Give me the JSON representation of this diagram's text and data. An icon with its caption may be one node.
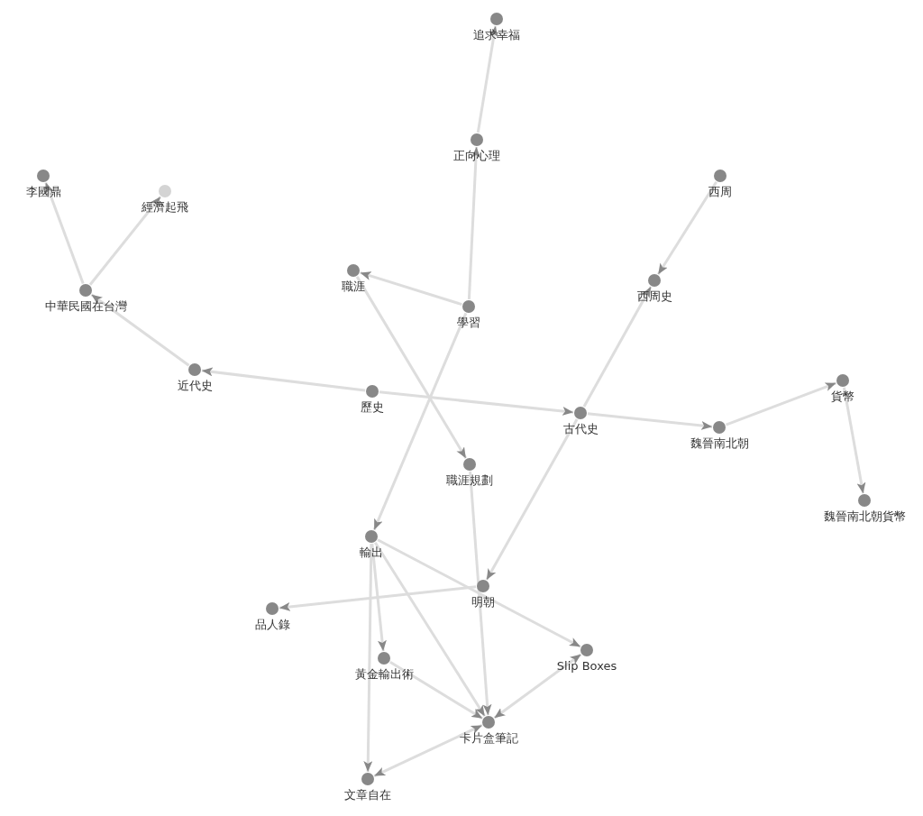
{
  "diagram": {
    "nodes": [
      {
        "text": [
          "追求幸福"
        ]
      },
      {
        "text": [
          "正向心理"
        ]
      },
      {
        "text": [
          "李國鼎"
        ]
      },
      {
        "text": [
          "經濟起飛"
        ]
      },
      {
        "text": [
          "西周"
        ]
      },
      {
        "text": [
          "職涯"
        ]
      },
      {
        "text": [
          "中華民國在台灣"
        ]
      },
      {
        "text": [
          "西周史"
        ]
      },
      {
        "text": [
          "學習"
        ]
      },
      {
        "text": [
          "近代史"
        ]
      },
      {
        "text": [
          "貨幣"
        ]
      },
      {
        "text": [
          "歷史"
        ]
      },
      {
        "text": [
          "古代史"
        ]
      },
      {
        "text": [
          "魏晉南北朝"
        ]
      },
      {
        "text": [
          "職涯規劃"
        ]
      },
      {
        "text": [
          "魏晉南北朝貨幣"
        ]
      },
      {
        "text": [
          "輸出"
        ]
      },
      {
        "text": [
          "明朝"
        ]
      },
      {
        "text": [
          "品人錄"
        ]
      },
      {
        "text": [
          "黃金輸出術"
        ]
      },
      {
        "text": [
          "Slip Boxes"
        ]
      },
      {
        "text": [
          "卡片盒筆記"
        ]
      },
      {
        "text": [
          "文章自在"
        ]
      }
    ],
    "edges": [
      {
        "from": 1,
        "to": 0,
        "arrow": "to"
      },
      {
        "from": 8,
        "to": 1,
        "arrow": "to"
      },
      {
        "from": 6,
        "to": 2,
        "arrow": "to"
      },
      {
        "from": 6,
        "to": 3,
        "arrow": "to"
      },
      {
        "from": 4,
        "to": 7,
        "arrow": "to"
      },
      {
        "from": 12,
        "to": 7,
        "arrow": "to"
      },
      {
        "from": 8,
        "to": 5,
        "arrow": "to"
      },
      {
        "from": 11,
        "to": 9,
        "arrow": "to"
      },
      {
        "from": 9,
        "to": 6,
        "arrow": "to"
      },
      {
        "from": 11,
        "to": 12,
        "arrow": "to"
      },
      {
        "from": 12,
        "to": 13,
        "arrow": "to"
      },
      {
        "from": 13,
        "to": 10,
        "arrow": "to"
      },
      {
        "from": 10,
        "to": 15,
        "arrow": "to"
      },
      {
        "from": 5,
        "to": 14,
        "arrow": "to"
      },
      {
        "from": 8,
        "to": 16,
        "arrow": "to"
      },
      {
        "from": 12,
        "to": 17,
        "arrow": "to"
      },
      {
        "from": 14,
        "to": 21,
        "arrow": "to"
      },
      {
        "from": 16,
        "to": 20,
        "arrow": "to"
      },
      {
        "from": 17,
        "to": 18,
        "arrow": "to"
      },
      {
        "from": 16,
        "to": 19,
        "arrow": "to"
      },
      {
        "from": 16,
        "to": 21,
        "arrow": "to"
      },
      {
        "from": 16,
        "to": 22,
        "arrow": "to"
      },
      {
        "from": 19,
        "to": 21,
        "arrow": "to"
      },
      {
        "from": 20,
        "to": 21,
        "arrow": "both"
      },
      {
        "from": 21,
        "to": 22,
        "arrow": "both"
      }
    ]
  }
}
